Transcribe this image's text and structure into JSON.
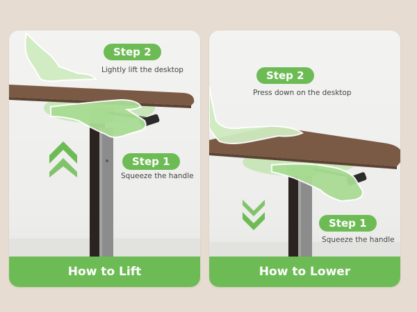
{
  "left_panel": {
    "step2_label": "Step 2",
    "step2_text": "Lightly lift the desktop",
    "step1_label": "Step 1",
    "step1_text": "Squeeze the handle",
    "footer": "How to Lift",
    "arrow_icon": "double-chevron-up-icon"
  },
  "right_panel": {
    "step2_label": "Step 2",
    "step2_text": "Press down on the desktop",
    "step1_label": "Step 1",
    "step1_text": "Squeeze the handle",
    "footer": "How to Lower",
    "arrow_icon": "double-chevron-down-icon"
  },
  "colors": {
    "accent_green": "#6dbb55",
    "desktop_wood": "#7a5a45",
    "frame_dark": "#2b2320",
    "frame_grey": "#8c8c8c",
    "background": "#e7dcd2"
  }
}
